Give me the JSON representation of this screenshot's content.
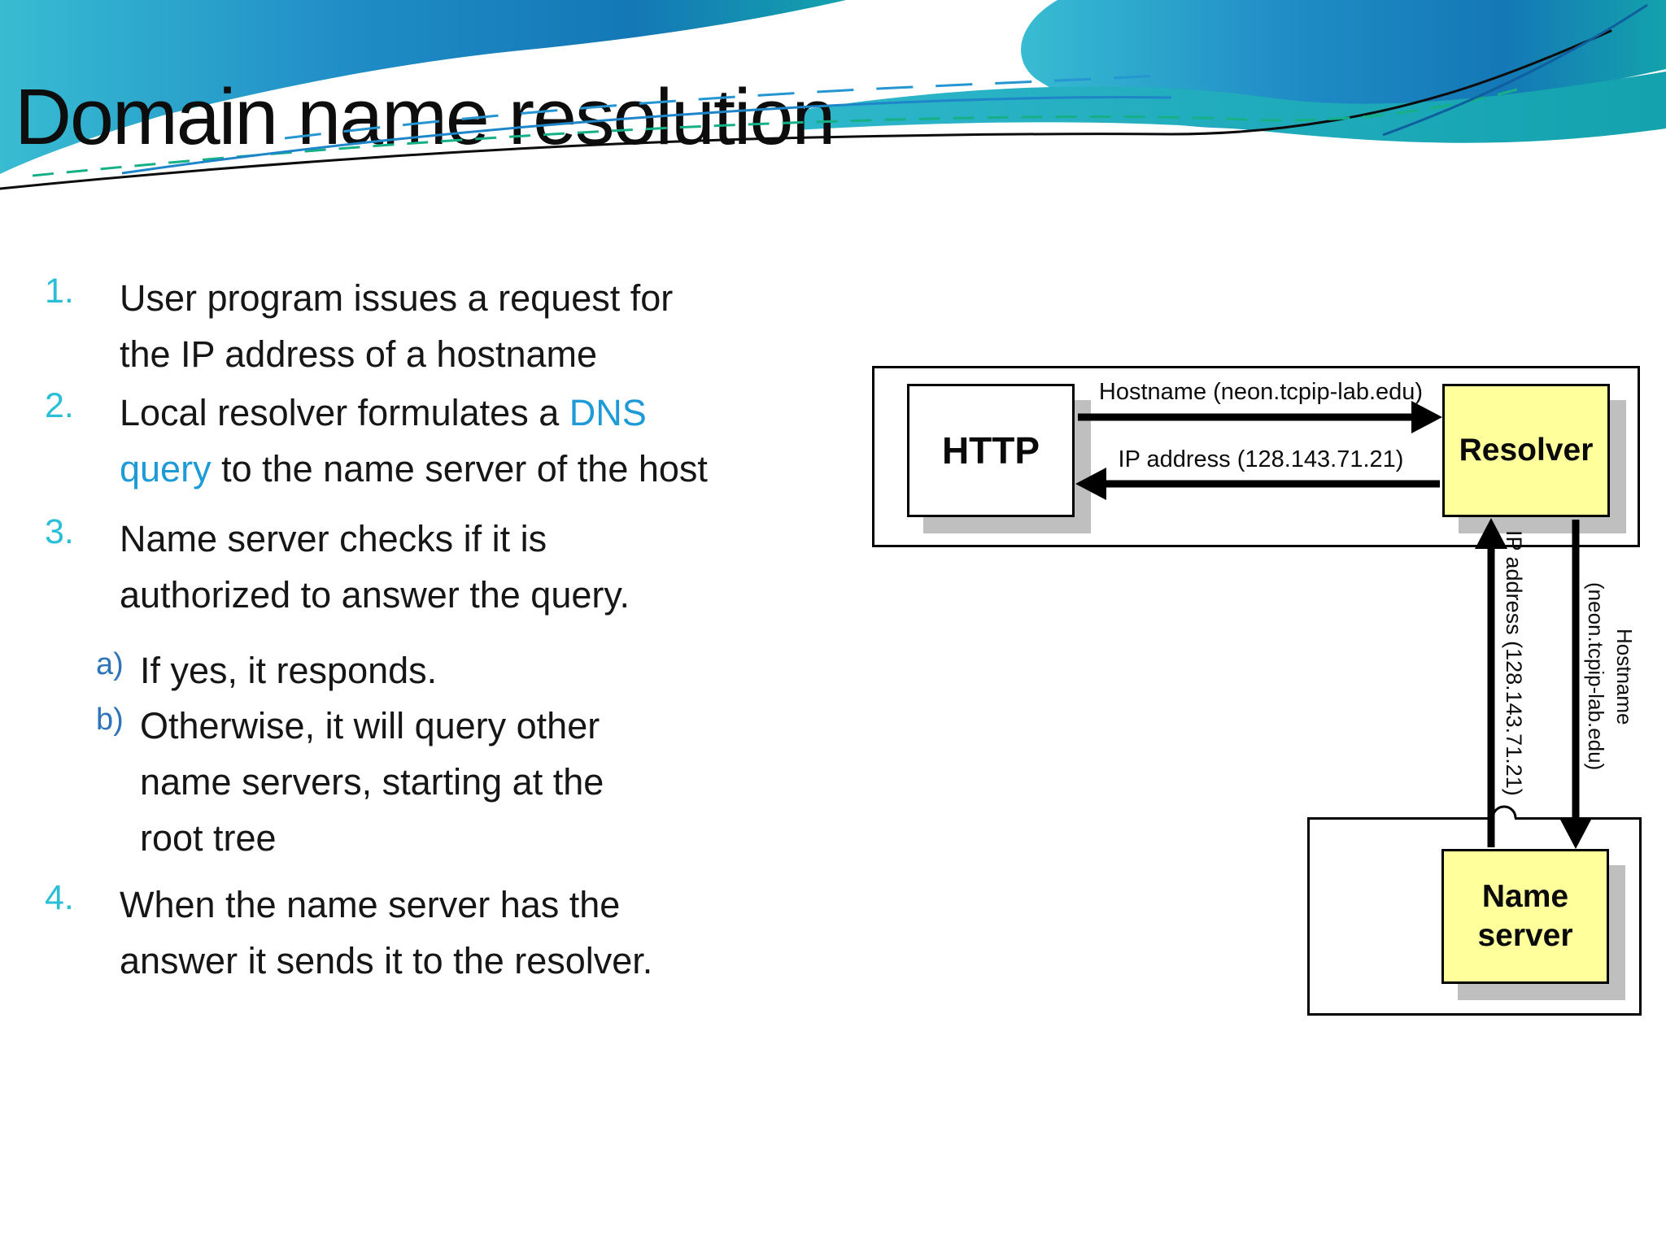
{
  "slide": {
    "title": "Domain name resolution",
    "list": {
      "items": [
        {
          "marker": "1.",
          "lines": [
            "User program issues a request for",
            "the IP address of a hostname"
          ]
        },
        {
          "marker": "2.",
          "line1_pre": "Local resolver formulates a ",
          "line1_highlight": "DNS",
          "line2_highlight": "query",
          "line2_post": " to the name server of the host"
        },
        {
          "marker": "3.",
          "lines": [
            "Name server checks if it is",
            "authorized to answer the query."
          ]
        },
        {
          "marker": "a)",
          "lines": [
            "If yes, it responds."
          ]
        },
        {
          "marker": "b)",
          "lines": [
            "Otherwise, it will query other",
            "name servers, starting at the",
            "root tree"
          ]
        },
        {
          "marker": "4.",
          "lines": [
            "When the name server has the",
            "answer it sends it to the resolver."
          ]
        }
      ]
    },
    "diagram": {
      "http_box_label": "HTTP",
      "resolver_box_label": "Resolver",
      "name_server_label_line1": "Name",
      "name_server_label_line2": "server",
      "hostname_arrow_label": "Hostname (neon.tcpip-lab.edu)",
      "ip_arrow_label": "IP address (128.143.71.21)",
      "vertical_ip_arrow_label": "IP address (128.143.71.21)",
      "vertical_hostname_label_line1": "Hostname",
      "vertical_hostname_label_line2": "(neon.tcpip-lab.edu)"
    },
    "colors": {
      "accent_cyan_marker": "#2ABFD6",
      "accent_blue_submarker": "#2E74B8",
      "highlight_blue_text": "#1E9AD6",
      "diagram_box_yellow": "#FFFF9C",
      "diagram_shadow_gray": "#BFBFBF",
      "wave_cyan": "#38BCD2",
      "wave_blue": "#1E86C2",
      "wave_teal": "#13A2AC"
    }
  }
}
